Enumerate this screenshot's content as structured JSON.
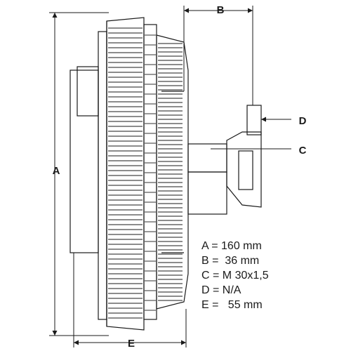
{
  "dimension_labels": {
    "a": "A",
    "b": "B",
    "c": "C",
    "d": "D",
    "e": "E"
  },
  "specs": [
    {
      "text": "A = 160 mm"
    },
    {
      "text": "B =  36 mm"
    },
    {
      "text": "C = M 30x1,5"
    },
    {
      "text": "D = N/A"
    },
    {
      "text": "E =   55 mm"
    }
  ],
  "colors": {
    "line": "#1a1a1a",
    "background": "#ffffff"
  }
}
